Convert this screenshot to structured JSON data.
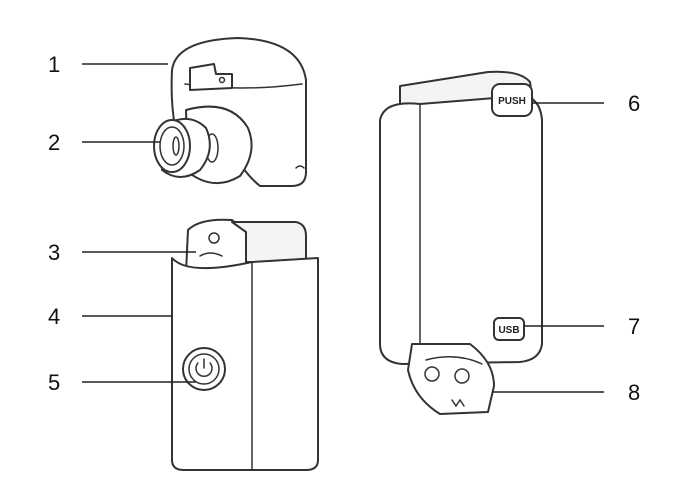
{
  "callouts": [
    {
      "number": "1"
    },
    {
      "number": "2"
    },
    {
      "number": "3"
    },
    {
      "number": "4"
    },
    {
      "number": "5"
    },
    {
      "number": "6"
    },
    {
      "number": "7"
    },
    {
      "number": "8"
    }
  ],
  "device_labels": {
    "push_button": "PUSH",
    "usb_port": "USB"
  },
  "icons": {
    "power": "power-icon"
  },
  "colors": {
    "stroke": "#333333",
    "background": "#ffffff"
  }
}
